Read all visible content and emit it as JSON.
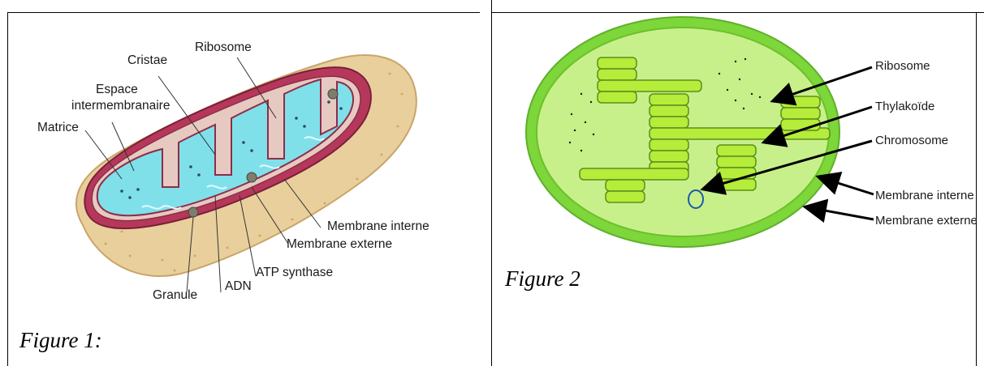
{
  "figure1": {
    "caption": "Figure 1:",
    "labels": {
      "ribosome": "Ribosome",
      "cristae": "Cristae",
      "espace_line1": "Espace",
      "espace_line2": "intermembranaire",
      "matrice": "Matrice",
      "membrane_interne": "Membrane interne",
      "membrane_externe": "Membrane externe",
      "atp_synthase": "ATP synthase",
      "adn": "ADN",
      "granule": "Granule"
    }
  },
  "figure2": {
    "caption": "Figure 2",
    "labels": {
      "ribosome": "Ribosome",
      "thylakoide": "Thylakoïde",
      "chromosome": "Chromosome",
      "membrane_interne": "Membrane interne",
      "membrane_externe": "Membrane externe"
    }
  },
  "colors": {
    "outer_membrane_tan": "#e8cf9c",
    "membrane_red": "#9c2f4f",
    "matrix_cyan": "#7fe0ea",
    "chloroplast_green": "#7dd63a",
    "stroma_green": "#c8f08a",
    "thylakoid_green": "#b6ec3a"
  }
}
